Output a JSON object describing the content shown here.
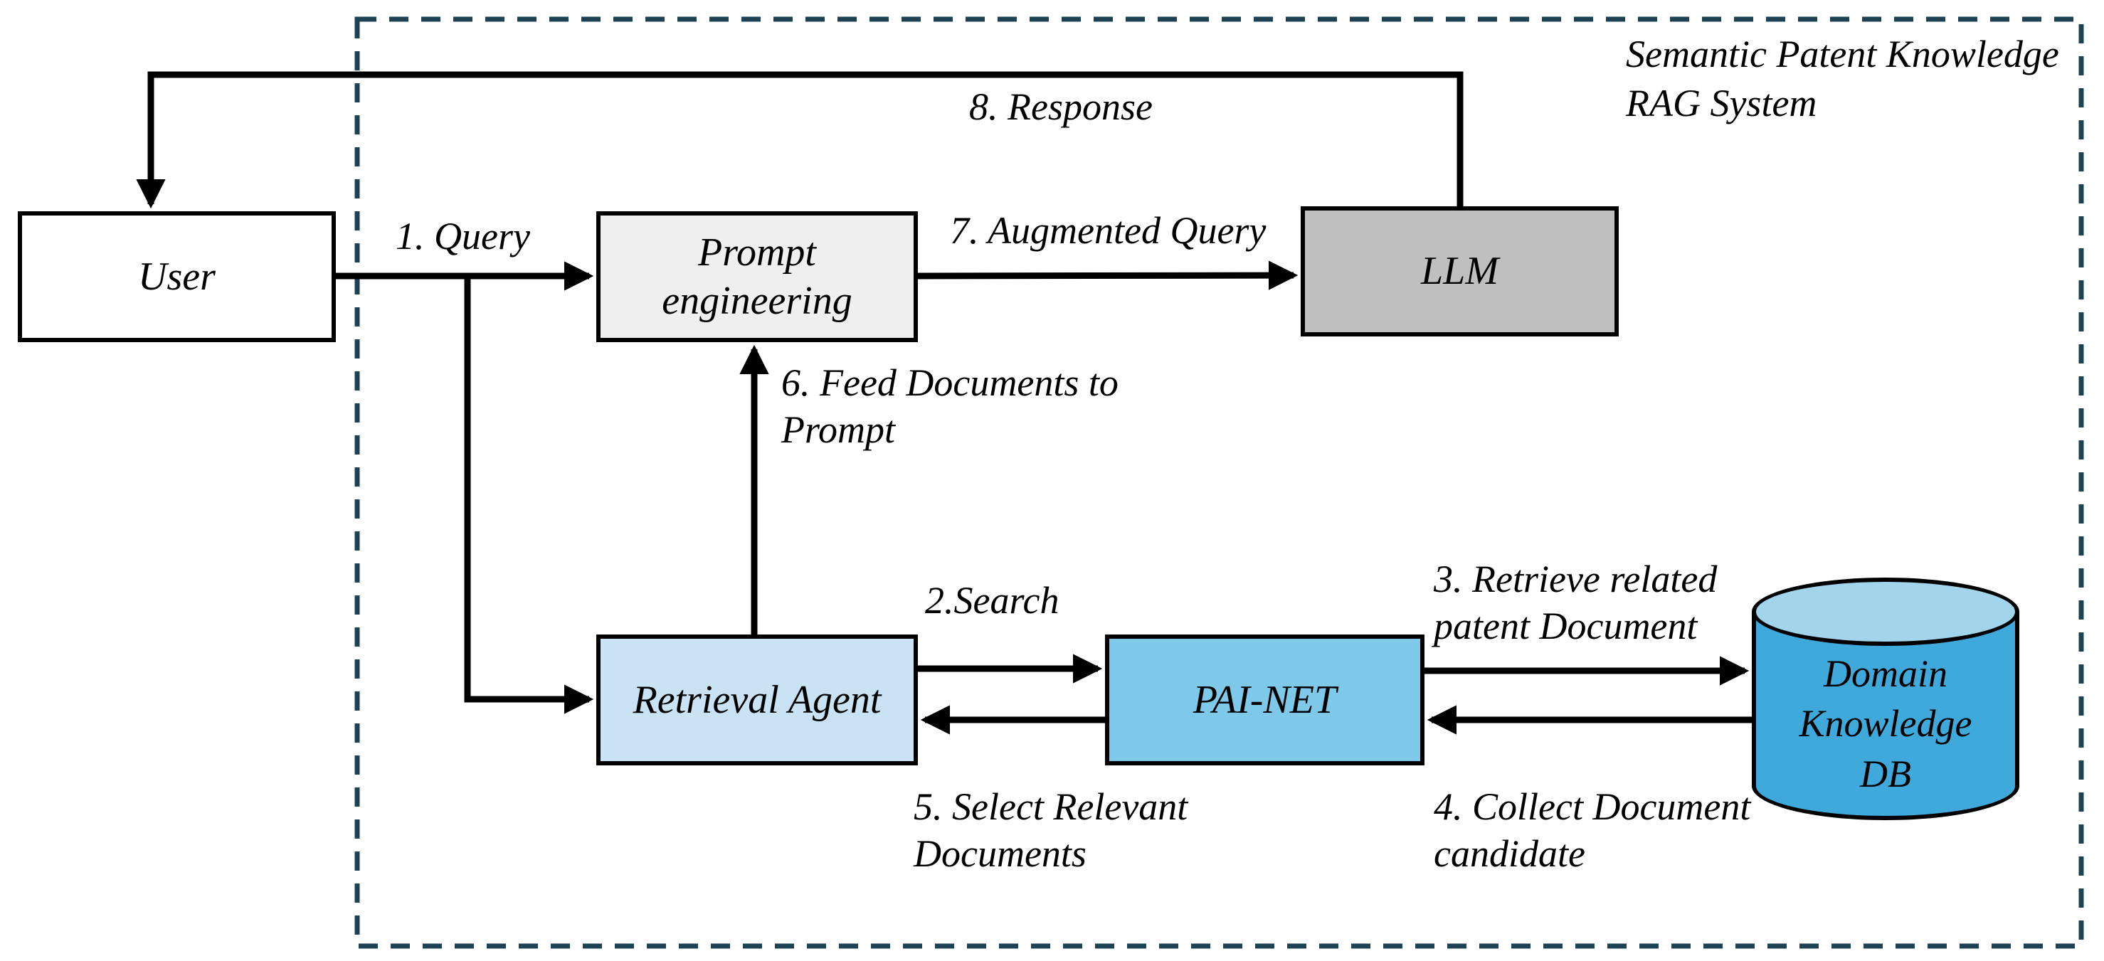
{
  "title": {
    "text": "Semantic Patent Knowledge RAG System"
  },
  "nodes": {
    "user": {
      "label": "User",
      "fill": "#ffffff"
    },
    "prompt_engineering": {
      "label": "Prompt engineering",
      "fill": "#efefef"
    },
    "llm": {
      "label": "LLM",
      "fill": "#bfbfbf"
    },
    "retrieval_agent": {
      "label": "Retrieval Agent",
      "fill": "#c9e3f4"
    },
    "pai_net": {
      "label": "PAI-NET",
      "fill": "#7ec8e9"
    },
    "domain_knowledge_db": {
      "label": "Domain Knowledge DB",
      "fill": "#3fa9dc",
      "top_fill": "#a2d4ec"
    }
  },
  "edges": {
    "query": {
      "label": "1. Query"
    },
    "search": {
      "label": "2.Search"
    },
    "retrieve_related": {
      "label": "3. Retrieve related patent Document"
    },
    "collect_candidate": {
      "label": "4. Collect Document candidate"
    },
    "select_relevant": {
      "label": "5. Select Relevant Documents"
    },
    "feed_documents": {
      "label": "6. Feed Documents to Prompt"
    },
    "augmented_query": {
      "label": "7. Augmented Query"
    },
    "response": {
      "label": "8. Response"
    }
  },
  "colors": {
    "boundary": "#1c4254",
    "arrow": "#000000"
  }
}
